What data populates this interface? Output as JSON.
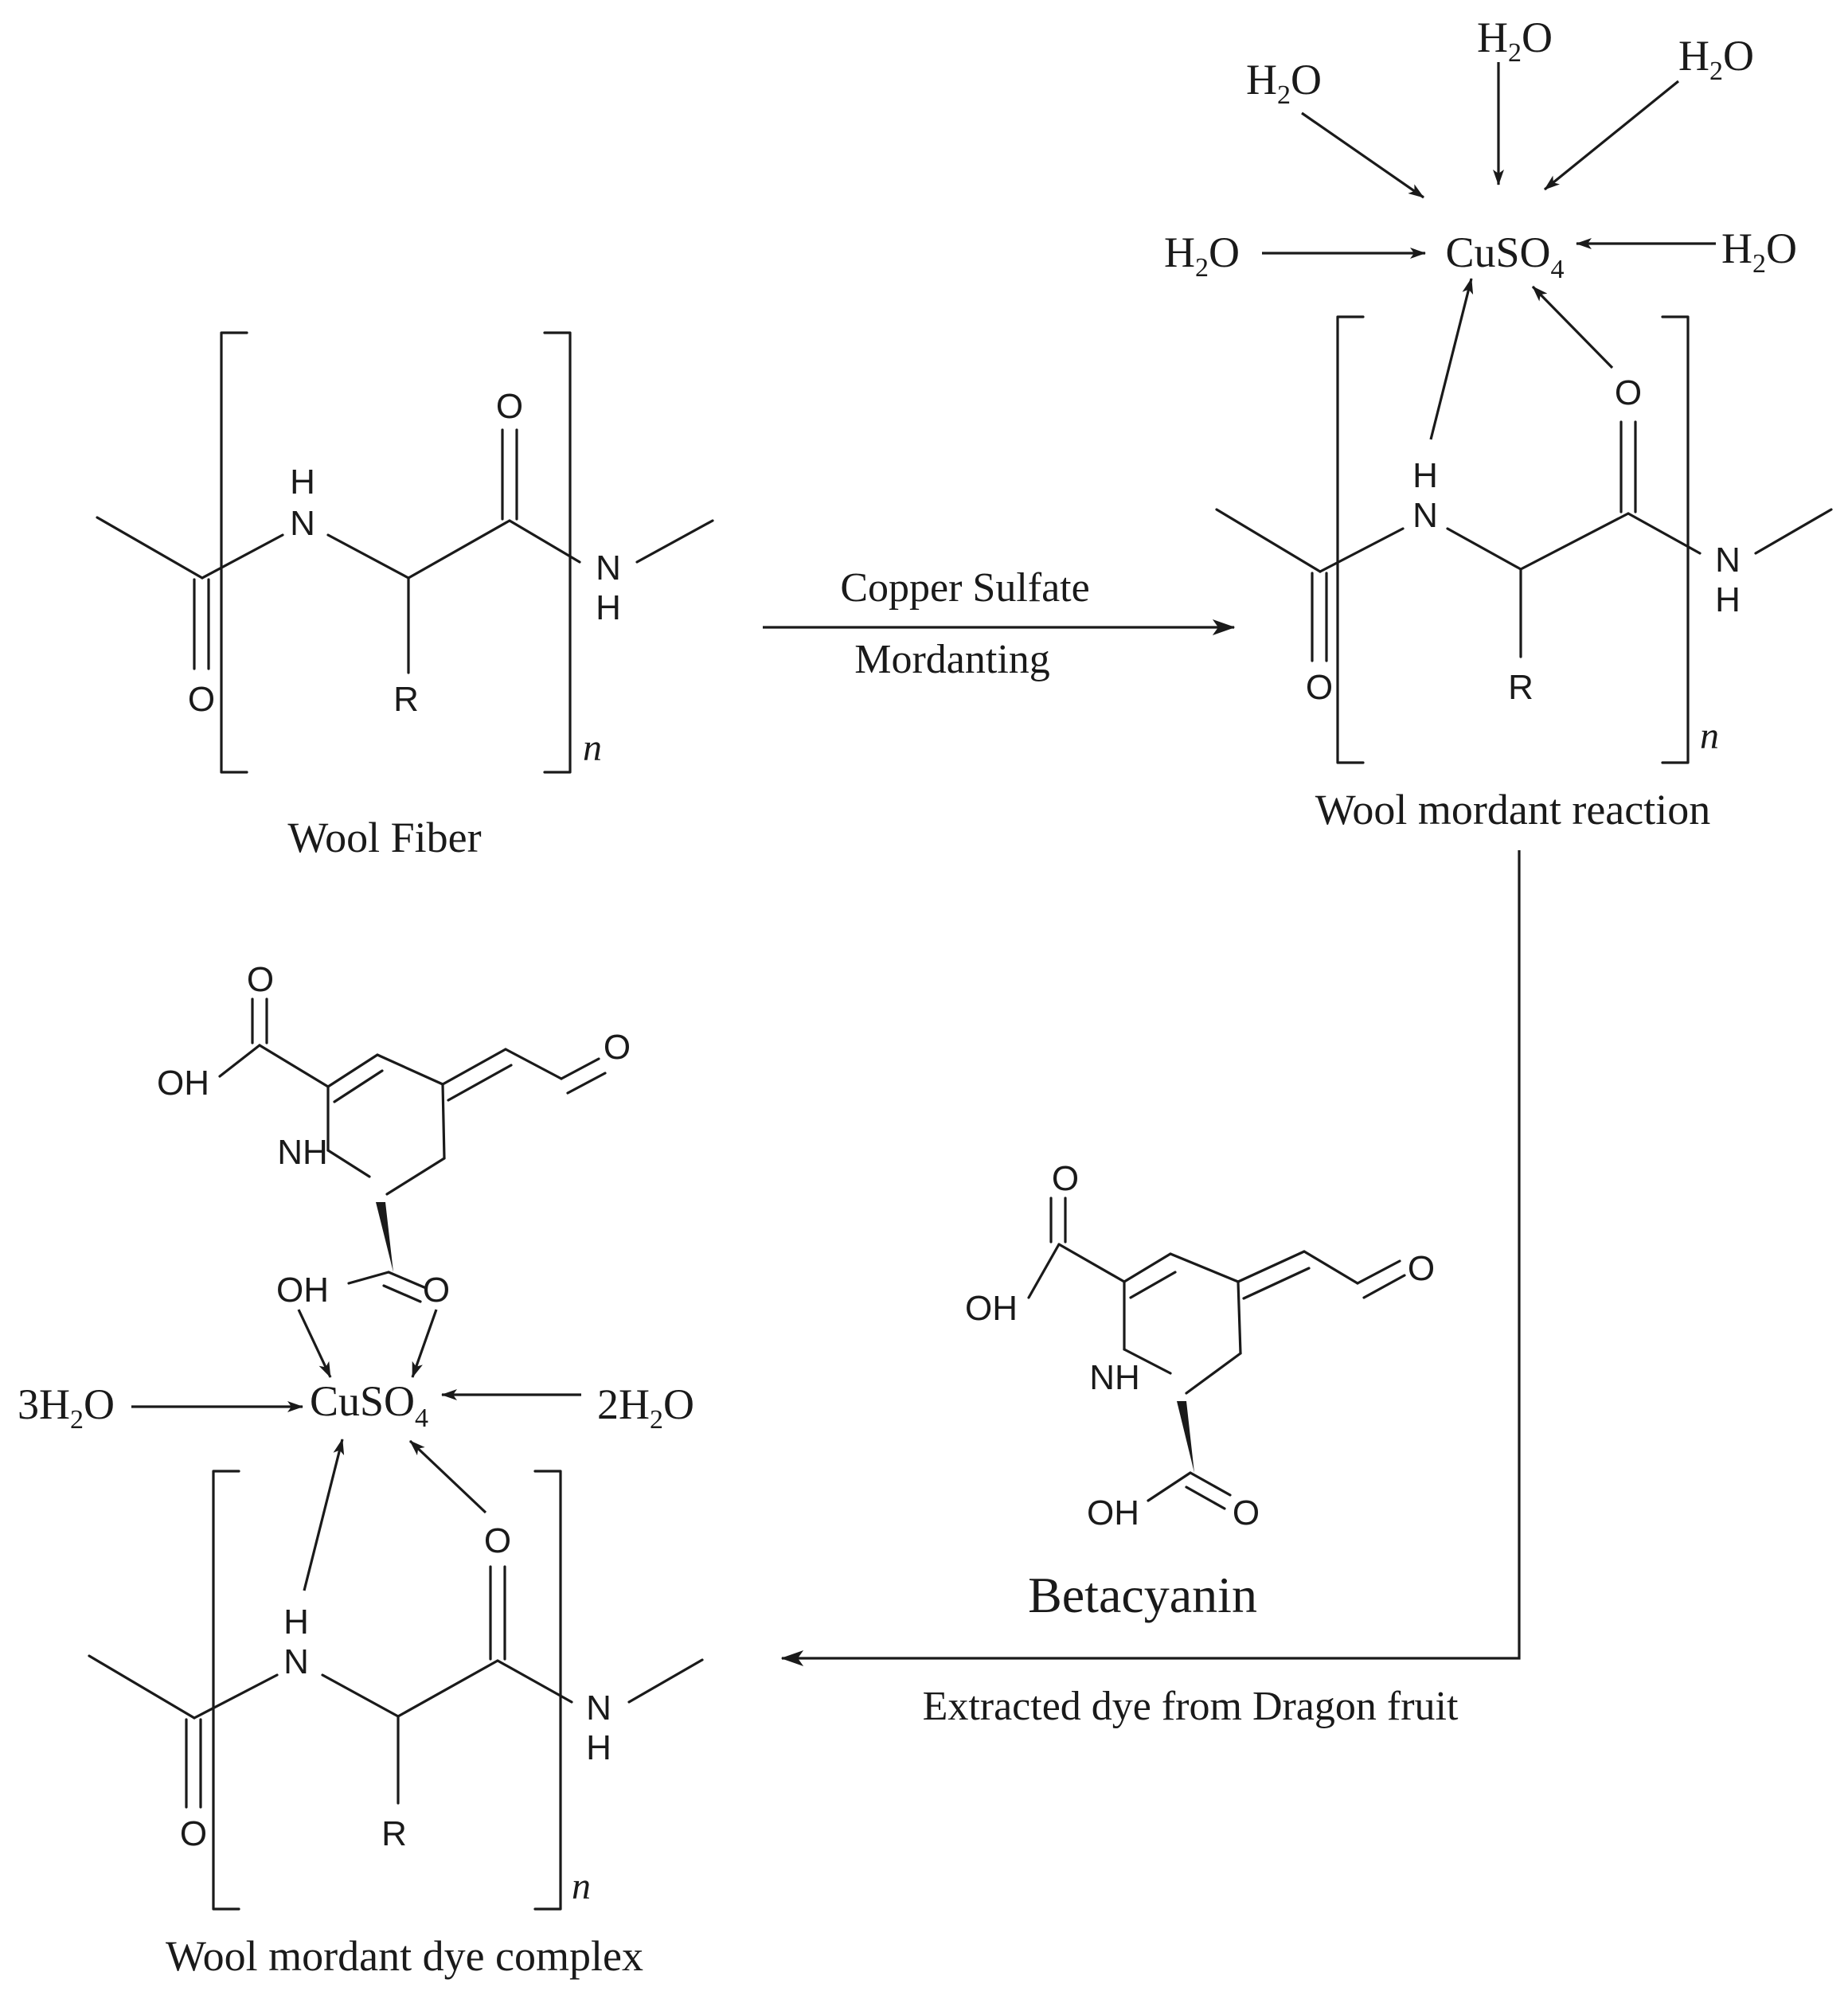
{
  "labels": {
    "wool_fiber": "Wool Fiber",
    "wool_mordant_reaction": "Wool mordant reaction",
    "wool_mordant_dye_complex": "Wool mordant dye complex",
    "betacyanin": "Betacyanin",
    "step1_line1": "Copper Sulfate",
    "step1_line2": "Mordanting",
    "step2": "Extracted dye from Dragon fruit"
  },
  "atoms": {
    "N": "N",
    "H": "H",
    "O": "O",
    "R": "R",
    "NH": "NH",
    "OH": "OH",
    "n": "n"
  },
  "formulas": {
    "water_main": "H",
    "water_sub": "2",
    "water_tail": "O",
    "copper_main": "CuSO",
    "copper_sub": "4",
    "three_water_prefix": "3H",
    "two_water_prefix": "2H"
  }
}
